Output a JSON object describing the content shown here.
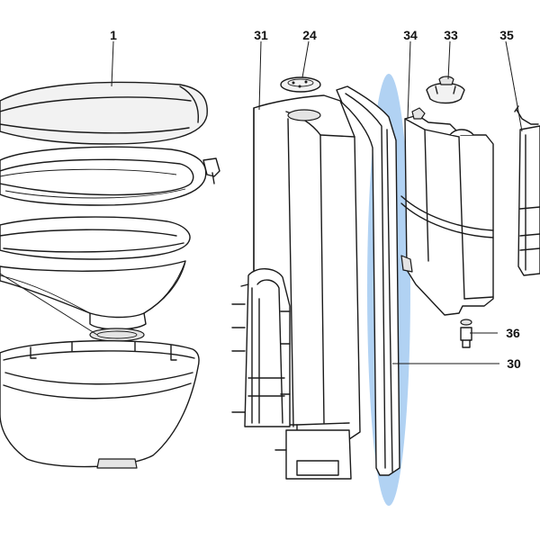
{
  "callouts": {
    "part_1": "1",
    "part_31": "31",
    "part_24": "24",
    "part_34": "34",
    "part_33": "33",
    "part_35": "35",
    "part_36": "36",
    "part_30": "30"
  },
  "colors": {
    "highlight": "#a9cdf2",
    "line": "#1a1a1a",
    "background": "#ffffff"
  }
}
